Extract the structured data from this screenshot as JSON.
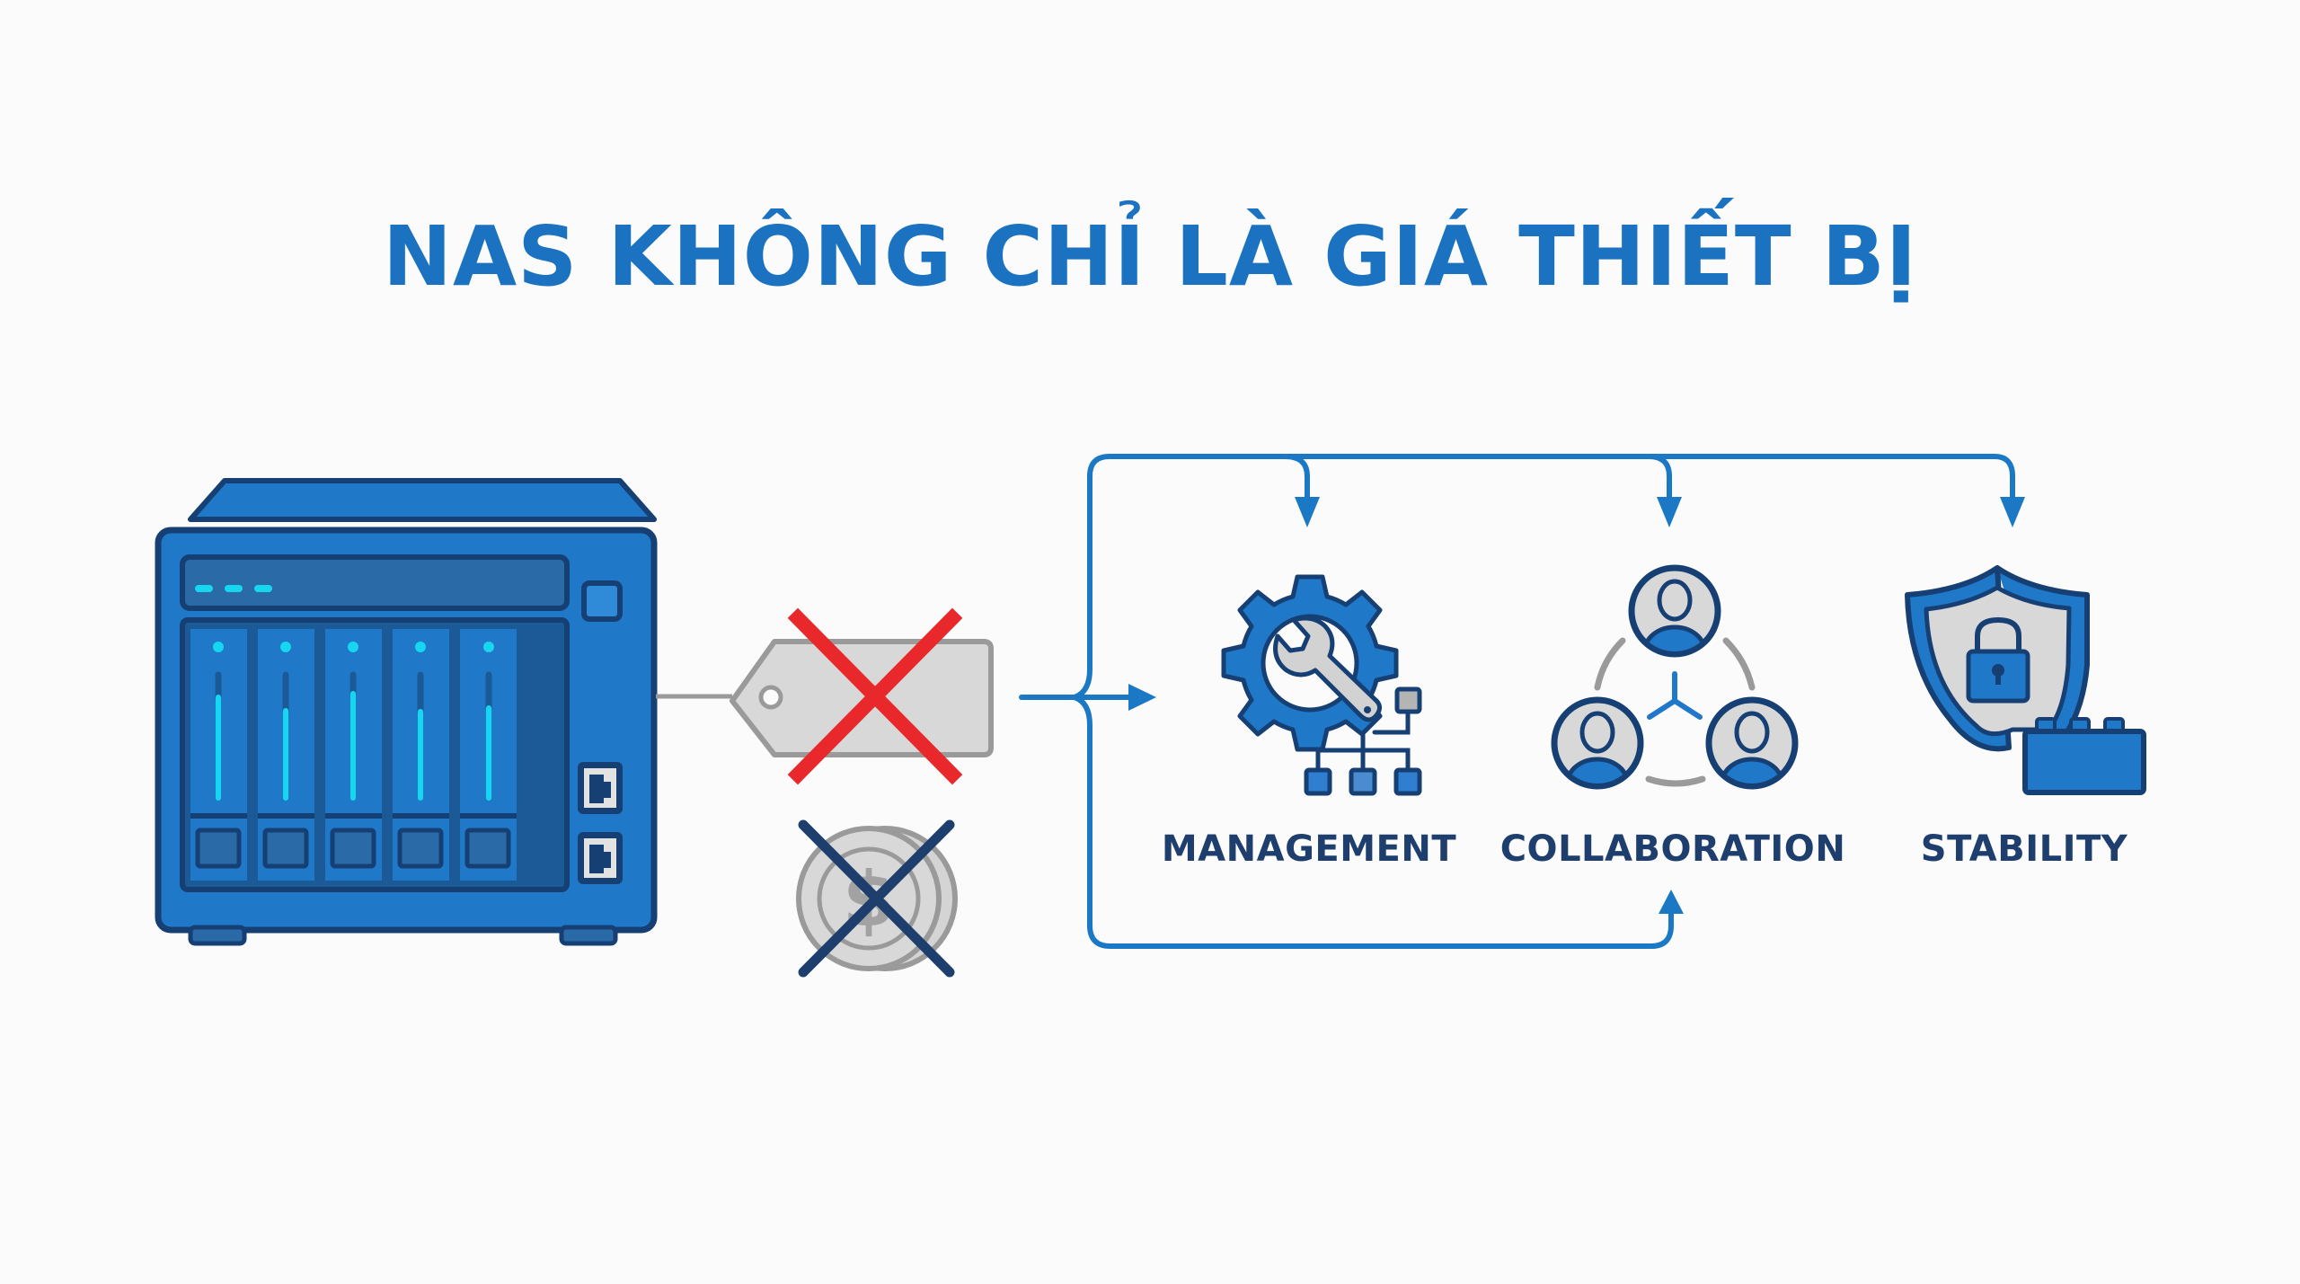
{
  "title": "NAS KHÔNG CHỈ LÀ GIÁ THIẾT BỊ",
  "colors": {
    "background": "#fbfbfb",
    "title_blue": "#1a72c0",
    "device_blue": "#1f78c8",
    "outline_navy": "#163f74",
    "led_cyan": "#16d6f0",
    "connector_blue": "#1a78c4",
    "red_cross": "#e8282a",
    "grey_fill": "#d6d6d6",
    "grey_stroke": "#9a9a9a",
    "label_navy": "#1e3f6e"
  },
  "device": {
    "name": "NAS",
    "drive_bays": 5,
    "status_leds": 3,
    "network_ports": 2
  },
  "rejected_items": [
    {
      "name": "price-tag",
      "cross_color": "red"
    },
    {
      "name": "coin",
      "cross_color": "navy"
    }
  ],
  "benefits": [
    {
      "id": "management",
      "label": "MANAGEMENT",
      "icon": "gear-wrench-network-icon"
    },
    {
      "id": "collaboration",
      "label": "COLLABORATION",
      "icon": "people-network-icon"
    },
    {
      "id": "stability",
      "label": "STABILITY",
      "icon": "shield-lock-block-icon"
    }
  ]
}
